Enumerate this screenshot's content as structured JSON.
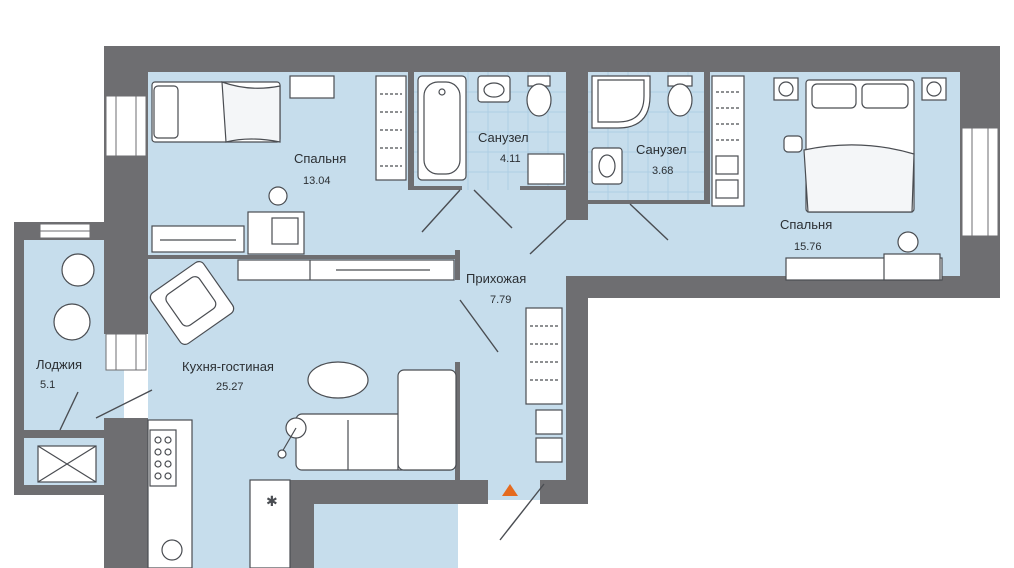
{
  "colors": {
    "wall": "#6e6e71",
    "floor": "#c6ddec",
    "tile": "#aecfe4",
    "furniture": "#ffffff",
    "line": "#4a4d52",
    "entry_marker": "#e56a1e",
    "text": "#2b2f33"
  },
  "rooms": {
    "bedroom1": {
      "name": "Спальня",
      "area": "13.04"
    },
    "bath1": {
      "name": "Санузел",
      "area": "4.11"
    },
    "bath2": {
      "name": "Санузел",
      "area": "3.68"
    },
    "bedroom2": {
      "name": "Спальня",
      "area": "15.76"
    },
    "hall": {
      "name": "Прихожая",
      "area": "7.79"
    },
    "living": {
      "name": "Кухня-гостиная",
      "area": "25.27"
    },
    "loggia": {
      "name": "Лоджия",
      "area": "5.1"
    }
  },
  "icons": {
    "entry": "entry-arrow-icon"
  }
}
